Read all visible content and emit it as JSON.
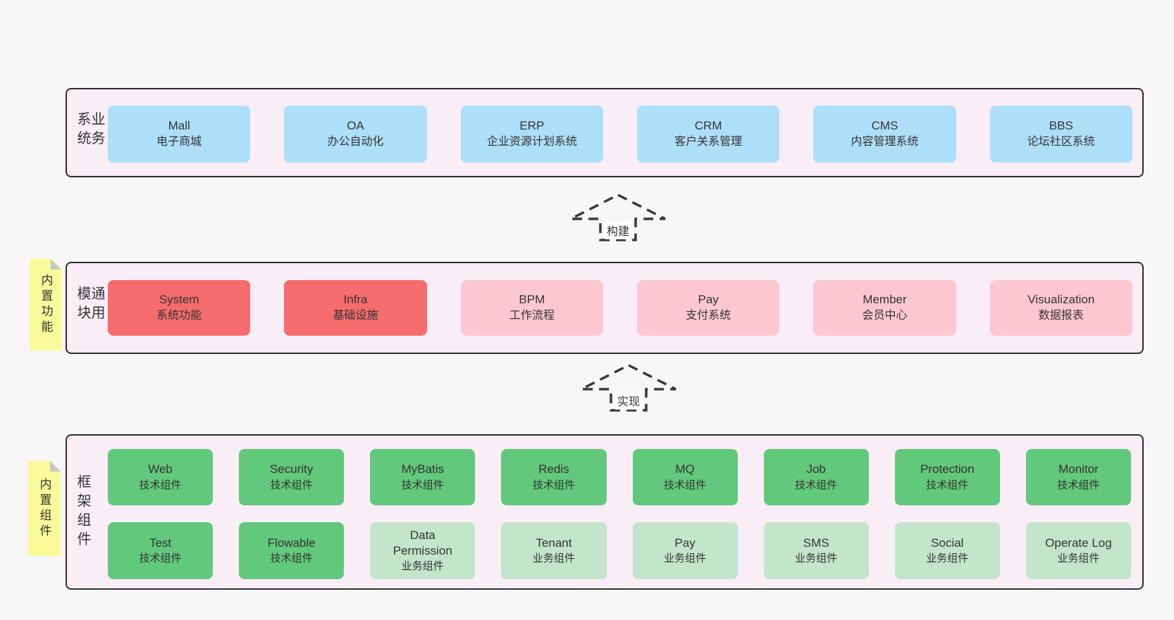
{
  "colors": {
    "page_bg": "#f7f7f7",
    "layer_bg": "#f9edf6",
    "layer_border": "#2d2d2d",
    "blue_box": "#aedff9",
    "red_box": "#f56c6c",
    "pink_box": "#fdc7d1",
    "green_box": "#62c87b",
    "light_green_box": "#c2e5cc",
    "note_bg": "#fafa9b",
    "note_fold": "#c6c6c6",
    "text": "#333333",
    "arrow_stroke": "#3a3a3a"
  },
  "layers": [
    {
      "label": "业务系统",
      "boxes": [
        {
          "name": "Mall",
          "desc": "电子商城",
          "variant": "blue"
        },
        {
          "name": "OA",
          "desc": "办公自动化",
          "variant": "blue"
        },
        {
          "name": "ERP",
          "desc": "企业资源计划系统",
          "variant": "blue"
        },
        {
          "name": "CRM",
          "desc": "客户关系管理",
          "variant": "blue"
        },
        {
          "name": "CMS",
          "desc": "内容管理系统",
          "variant": "blue"
        },
        {
          "name": "BBS",
          "desc": "论坛社区系统",
          "variant": "blue"
        }
      ]
    },
    {
      "label": "通用模块",
      "note": "内置功能",
      "boxes": [
        {
          "name": "System",
          "desc": "系统功能",
          "variant": "red"
        },
        {
          "name": "Infra",
          "desc": "基础设施",
          "variant": "red"
        },
        {
          "name": "BPM",
          "desc": "工作流程",
          "variant": "pink"
        },
        {
          "name": "Pay",
          "desc": "支付系统",
          "variant": "pink"
        },
        {
          "name": "Member",
          "desc": "会员中心",
          "variant": "pink"
        },
        {
          "name": "Visualization",
          "desc": "数据报表",
          "variant": "pink"
        }
      ]
    },
    {
      "label": "框架组件",
      "note": "内置组件",
      "rows": [
        [
          {
            "name": "Web",
            "desc": "技术组件",
            "variant": "green"
          },
          {
            "name": "Security",
            "desc": "技术组件",
            "variant": "green"
          },
          {
            "name": "MyBatis",
            "desc": "技术组件",
            "variant": "green"
          },
          {
            "name": "Redis",
            "desc": "技术组件",
            "variant": "green"
          },
          {
            "name": "MQ",
            "desc": "技术组件",
            "variant": "green"
          },
          {
            "name": "Job",
            "desc": "技术组件",
            "variant": "green"
          },
          {
            "name": "Protection",
            "desc": "技术组件",
            "variant": "green"
          },
          {
            "name": "Monitor",
            "desc": "技术组件",
            "variant": "green"
          }
        ],
        [
          {
            "name": "Test",
            "desc": "技术组件",
            "variant": "green"
          },
          {
            "name": "Flowable",
            "desc": "技术组件",
            "variant": "green"
          },
          {
            "name": "Data Permission",
            "desc": "业务组件",
            "variant": "lightgreen"
          },
          {
            "name": "Tenant",
            "desc": "业务组件",
            "variant": "lightgreen"
          },
          {
            "name": "Pay",
            "desc": "业务组件",
            "variant": "lightgreen"
          },
          {
            "name": "SMS",
            "desc": "业务组件",
            "variant": "lightgreen"
          },
          {
            "name": "Social",
            "desc": "业务组件",
            "variant": "lightgreen"
          },
          {
            "name": "Operate Log",
            "desc": "业务组件",
            "variant": "lightgreen"
          }
        ]
      ]
    }
  ],
  "arrows": [
    {
      "label": "构建"
    },
    {
      "label": "实现"
    }
  ]
}
